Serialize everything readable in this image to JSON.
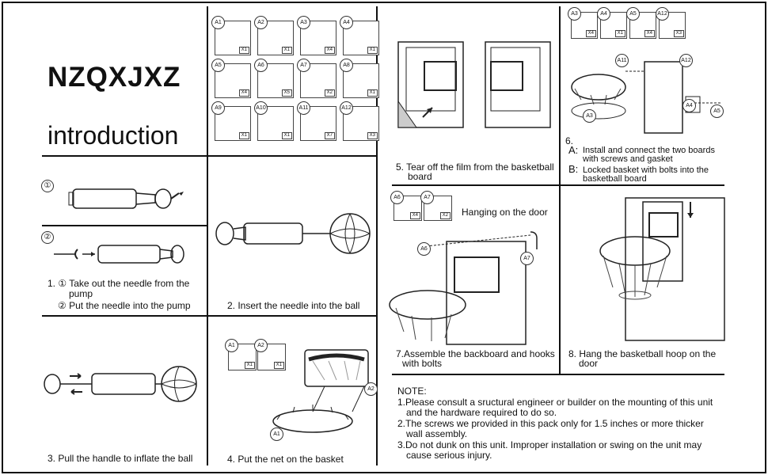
{
  "brand": "NZQXJXZ",
  "heading": "introduction",
  "parts_top": [
    {
      "id": "A1",
      "qty": "X1"
    },
    {
      "id": "A2",
      "qty": "X1"
    },
    {
      "id": "A3",
      "qty": "X4"
    },
    {
      "id": "A4",
      "qty": "X1"
    },
    {
      "id": "A5",
      "qty": "X4"
    },
    {
      "id": "A6",
      "qty": "X5"
    },
    {
      "id": "A7",
      "qty": "X2"
    },
    {
      "id": "A8",
      "qty": "X1"
    },
    {
      "id": "A9",
      "qty": "X1"
    },
    {
      "id": "A10",
      "qty": "X1"
    },
    {
      "id": "A11",
      "qty": "X7"
    },
    {
      "id": "A12",
      "qty": "X3"
    }
  ],
  "step_marks": {
    "one": "①",
    "two": "②"
  },
  "steps": {
    "s1_line1": "1. ① Take out the needle from the",
    "s1_line2": "pump",
    "s1_line3": "② Put the needle into the pump",
    "s2": "2. Insert the needle into the ball",
    "s3": "3. Pull the handle to inflate the ball",
    "s4": "4. Put the net on the basket",
    "s5_line1": "5. Tear off the film from the basketball",
    "s5_line2": "board",
    "s6_num": "6.",
    "s6_a_key": "A:",
    "s6_a_line1": "Install and connect the two boards",
    "s6_a_line2": "with screws and gasket",
    "s6_b_key": "B:",
    "s6_b_line1": "Locked basket with bolts into the",
    "s6_b_line2": "basketball board",
    "s7_line1": "7.Assemble the backboard and hooks",
    "s7_line2": "with bolts",
    "s8_line1": "8. Hang the basketball hoop on the",
    "s8_line2": "door",
    "hanging": "Hanging on the door"
  },
  "step4_parts": [
    {
      "id": "A1",
      "qty": "X1"
    },
    {
      "id": "A2",
      "qty": "X1"
    }
  ],
  "step4_callouts": [
    "A2",
    "A1"
  ],
  "step6_parts": [
    {
      "id": "A3",
      "qty": "X4"
    },
    {
      "id": "A4",
      "qty": "X1"
    },
    {
      "id": "A5",
      "qty": "X4"
    },
    {
      "id": "A12",
      "qty": "X3"
    }
  ],
  "step6_callouts": [
    "A11",
    "A12",
    "A3",
    "A4",
    "A5"
  ],
  "step7_parts": [
    {
      "id": "A6",
      "qty": "X4"
    },
    {
      "id": "A7",
      "qty": "X2"
    }
  ],
  "step7_callouts": [
    "A6",
    "A7"
  ],
  "note": {
    "title": "NOTE:",
    "l1": "1.Please consult a sructural engineer or builder on the mounting of this unit",
    "l2": "and the hardware required to do so.",
    "l3": "2.The screws we provided in this pack only for  1.5 inches or more thicker",
    "l4": "wall assembly.",
    "l5": "3.Do not dunk on this unit. Improper installation or swing on the unit may",
    "l6": "cause serious injury."
  }
}
